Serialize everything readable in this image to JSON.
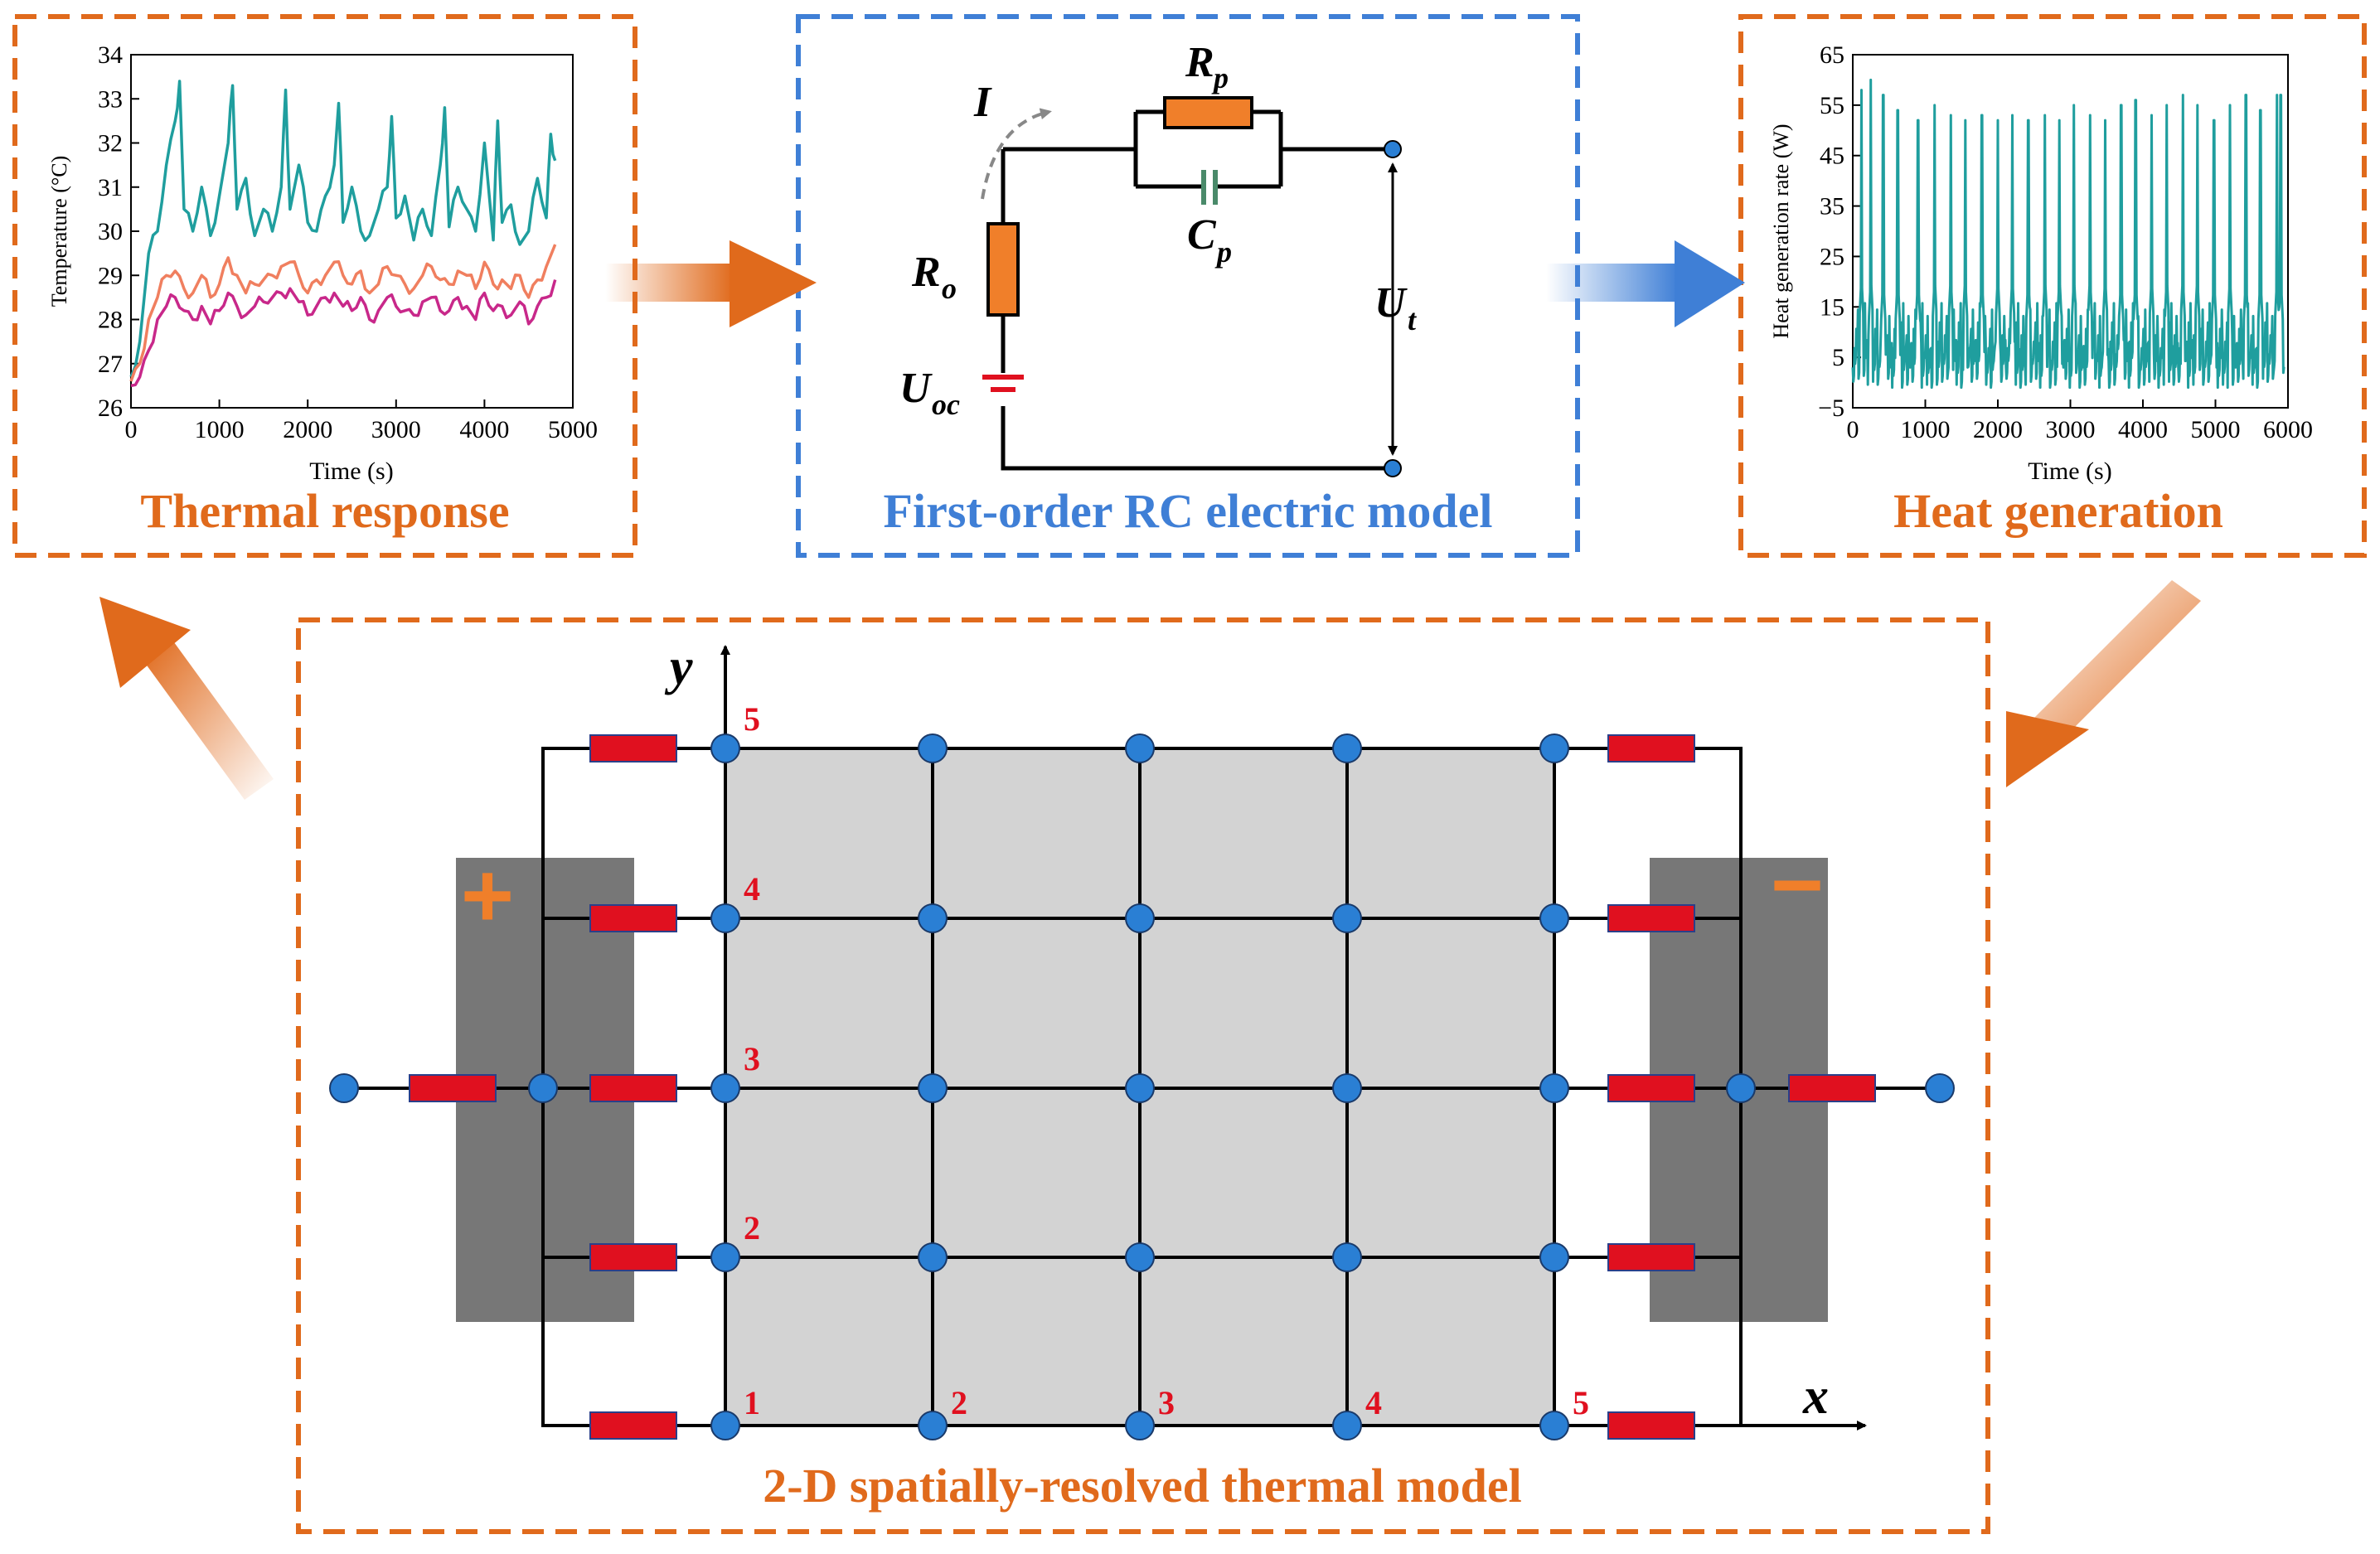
{
  "colors": {
    "orange": "#e06a1c",
    "blue": "#3f7fd6",
    "teal": "#1f9e9e",
    "salmon": "#f07f5f",
    "magenta": "#c8288a",
    "resistor_red": "#e0101f",
    "resistor_orange": "#f07f2a",
    "node_blue": "#2a7fd4",
    "grid_gray": "#d3d3d3",
    "tab_gray": "#777777",
    "number_red": "#e0101f",
    "capacitor_green": "#4a8a6a"
  },
  "panels": {
    "thermal_response": {
      "title": "Thermal response"
    },
    "rc_model": {
      "title": "First-order RC electric model"
    },
    "heat_generation": {
      "title": "Heat generation"
    },
    "thermal_model": {
      "title": "2-D spatially-resolved thermal model"
    }
  },
  "circuit": {
    "current": "I",
    "rp": {
      "base": "R",
      "sub": "p"
    },
    "cp": {
      "base": "C",
      "sub": "p"
    },
    "ro": {
      "base": "R",
      "sub": "o"
    },
    "uoc": {
      "base": "U",
      "sub": "oc"
    },
    "ut": {
      "base": "U",
      "sub": "t"
    }
  },
  "grid": {
    "y_axis_label": "y",
    "x_axis_label": "x",
    "x_numbers": [
      "1",
      "2",
      "3",
      "4",
      "5"
    ],
    "y_numbers": [
      "2",
      "3",
      "4",
      "5"
    ],
    "positive_symbol": "+",
    "negative_symbol": "−"
  },
  "chart_data": [
    {
      "type": "line",
      "xlabel": "Time (s)",
      "ylabel": "Temperature (°C)",
      "xlim": [
        0,
        5000
      ],
      "ylim": [
        26,
        34
      ],
      "x_ticks": [
        "0",
        "1000",
        "2000",
        "3000",
        "4000",
        "5000"
      ],
      "y_ticks": [
        "26",
        "27",
        "28",
        "29",
        "30",
        "31",
        "32",
        "33",
        "34"
      ],
      "grid": false,
      "series": [
        {
          "color": "#1f9e9e",
          "x": [
            0,
            100,
            200,
            300,
            400,
            500,
            550,
            600,
            700,
            800,
            900,
            1000,
            1100,
            1150,
            1200,
            1300,
            1400,
            1500,
            1600,
            1700,
            1750,
            1800,
            1900,
            2000,
            2100,
            2200,
            2300,
            2350,
            2400,
            2500,
            2600,
            2700,
            2800,
            2900,
            2950,
            3000,
            3100,
            3200,
            3300,
            3400,
            3500,
            3550,
            3600,
            3700,
            3800,
            3900,
            4000,
            4100,
            4150,
            4200,
            4300,
            4400,
            4500,
            4600,
            4700,
            4750,
            4800
          ],
          "y": [
            26.7,
            27.5,
            29.5,
            30.0,
            31.5,
            32.5,
            33.4,
            30.5,
            30.0,
            31.0,
            29.9,
            30.8,
            32.0,
            33.3,
            30.5,
            31.2,
            29.9,
            30.5,
            30.0,
            31.0,
            33.2,
            30.5,
            31.5,
            30.2,
            30.0,
            30.8,
            31.5,
            32.9,
            30.2,
            31.0,
            30.0,
            29.9,
            30.5,
            31.0,
            32.6,
            30.3,
            30.8,
            29.8,
            30.5,
            29.9,
            31.5,
            32.8,
            30.1,
            31.0,
            30.5,
            30.0,
            32.0,
            29.8,
            32.5,
            30.2,
            30.6,
            29.7,
            30.0,
            31.2,
            30.3,
            32.2,
            31.6
          ]
        },
        {
          "color": "#f07f5f",
          "x": [
            0,
            100,
            200,
            300,
            400,
            500,
            600,
            700,
            800,
            900,
            1000,
            1100,
            1200,
            1300,
            1400,
            1500,
            1600,
            1700,
            1800,
            1900,
            2000,
            2100,
            2200,
            2300,
            2400,
            2500,
            2600,
            2700,
            2800,
            2900,
            3000,
            3100,
            3200,
            3300,
            3400,
            3500,
            3600,
            3700,
            3800,
            3900,
            4000,
            4100,
            4200,
            4300,
            4400,
            4500,
            4600,
            4700,
            4800
          ],
          "y": [
            26.6,
            27.0,
            28.0,
            28.5,
            29.0,
            29.1,
            28.7,
            28.6,
            29.0,
            28.5,
            28.8,
            29.4,
            29.0,
            28.6,
            28.8,
            28.9,
            29.0,
            29.2,
            29.3,
            29.0,
            28.6,
            28.9,
            29.0,
            29.3,
            29.0,
            28.8,
            29.1,
            28.6,
            28.8,
            29.2,
            29.0,
            28.8,
            28.7,
            29.0,
            29.2,
            28.9,
            28.8,
            29.1,
            29.0,
            28.7,
            29.3,
            28.8,
            28.9,
            28.7,
            29.0,
            28.5,
            28.9,
            29.2,
            29.7
          ]
        },
        {
          "color": "#c8288a",
          "x": [
            0,
            100,
            200,
            300,
            400,
            500,
            600,
            700,
            800,
            900,
            1000,
            1100,
            1200,
            1300,
            1400,
            1500,
            1600,
            1700,
            1800,
            1900,
            2000,
            2100,
            2200,
            2300,
            2400,
            2500,
            2600,
            2700,
            2800,
            2900,
            3000,
            3100,
            3200,
            3300,
            3400,
            3500,
            3600,
            3700,
            3800,
            3900,
            4000,
            4100,
            4200,
            4300,
            4400,
            4500,
            4600,
            4700,
            4800
          ],
          "y": [
            26.5,
            26.7,
            27.3,
            28.0,
            28.3,
            28.5,
            28.2,
            28.0,
            28.3,
            27.9,
            28.2,
            28.6,
            28.3,
            28.1,
            28.3,
            28.4,
            28.5,
            28.6,
            28.7,
            28.4,
            28.1,
            28.3,
            28.5,
            28.6,
            28.3,
            28.2,
            28.5,
            28.0,
            28.2,
            28.5,
            28.3,
            28.2,
            28.1,
            28.4,
            28.5,
            28.2,
            28.2,
            28.5,
            28.3,
            28.0,
            28.6,
            28.2,
            28.3,
            28.1,
            28.4,
            27.9,
            28.3,
            28.5,
            28.9
          ]
        }
      ]
    },
    {
      "type": "line",
      "xlabel": "Time (s)",
      "ylabel": "Heat generation rate (W)",
      "xlim": [
        0,
        6000
      ],
      "ylim": [
        -5,
        65
      ],
      "x_ticks": [
        "0",
        "1000",
        "2000",
        "3000",
        "4000",
        "5000",
        "6000"
      ],
      "y_ticks": [
        "−5",
        "5",
        "15",
        "25",
        "35",
        "45",
        "55",
        "65"
      ],
      "grid": false,
      "series": [
        {
          "color": "#1f9e9e",
          "spike_times": [
            120,
            250,
            420,
            620,
            900,
            1130,
            1350,
            1550,
            1780,
            2000,
            2200,
            2420,
            2650,
            2850,
            3050,
            3270,
            3480,
            3700,
            3900,
            4120,
            4330,
            4550,
            4750,
            4980,
            5200,
            5420,
            5620,
            5850,
            5900
          ],
          "spike_peaks": [
            58,
            60,
            57,
            54,
            52,
            55,
            53,
            52,
            53,
            52,
            53,
            52,
            53,
            52,
            55,
            53,
            52,
            55,
            56,
            53,
            55,
            57,
            55,
            52,
            55,
            57,
            54,
            57,
            57
          ],
          "baseline": 3
        }
      ]
    }
  ]
}
